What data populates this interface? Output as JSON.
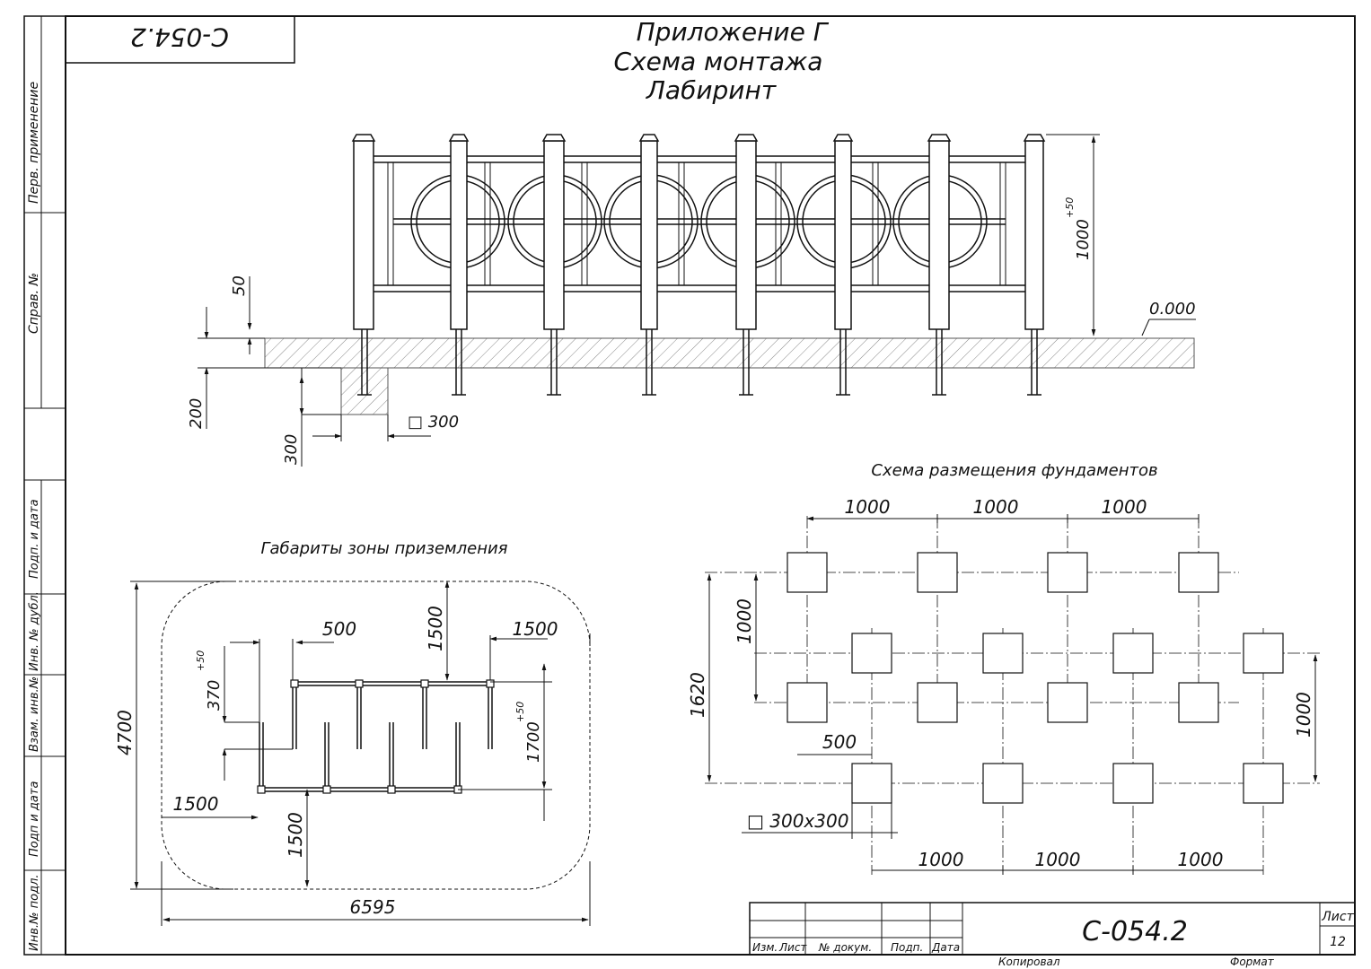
{
  "header": {
    "appendix": "Приложение Г",
    "scheme": "Схема монтажа",
    "name": "Лабиринт",
    "stamp_code": "С-054.2"
  },
  "side_labels": {
    "perv_primenenie": "Перв. применение",
    "sprav_no": "Справ. №",
    "podp_data_1": "Подп. и дата",
    "inv_dubl": "Инв. № дубл.",
    "vzam_inv": "Взам. инв.№",
    "podp_data_2": "Подп и дата",
    "inv_podl": "Инв.№ подл."
  },
  "elevation": {
    "height_dim": "1000",
    "height_tol": "+50",
    "level_mark": "0.000",
    "dim_50": "50",
    "dim_200": "200",
    "dim_300": "300",
    "found_size": "□ 300"
  },
  "landing_zone": {
    "title": "Габариты зоны приземления",
    "dim_4700": "4700",
    "dim_6595": "6595",
    "dim_500": "500",
    "dim_1500_top": "1500",
    "dim_1500_right": "1500",
    "dim_1500_left": "1500",
    "dim_1500_bottom": "1500",
    "dim_370": "370",
    "dim_370_tol": "+50",
    "dim_1700": "1700",
    "dim_1700_tol": "+50"
  },
  "foundation_plan": {
    "title": "Схема размещения фундаментов",
    "top_dims": [
      "1000",
      "1000",
      "1000"
    ],
    "bottom_dims": [
      "1000",
      "1000",
      "1000"
    ],
    "left_1000": "1000",
    "left_1620": "1620",
    "right_1000": "1000",
    "dim_500": "500",
    "found_size": "□ 300x300"
  },
  "title_block": {
    "code": "С-054.2",
    "sheet_label": "Лист",
    "sheet_no": "12",
    "col_izm_list": "Изм.",
    "col_list": "Лист",
    "col_doc": "№ докум.",
    "col_podp": "Подп.",
    "col_date": "Дата",
    "copied": "Копировал",
    "format": "Формат"
  }
}
